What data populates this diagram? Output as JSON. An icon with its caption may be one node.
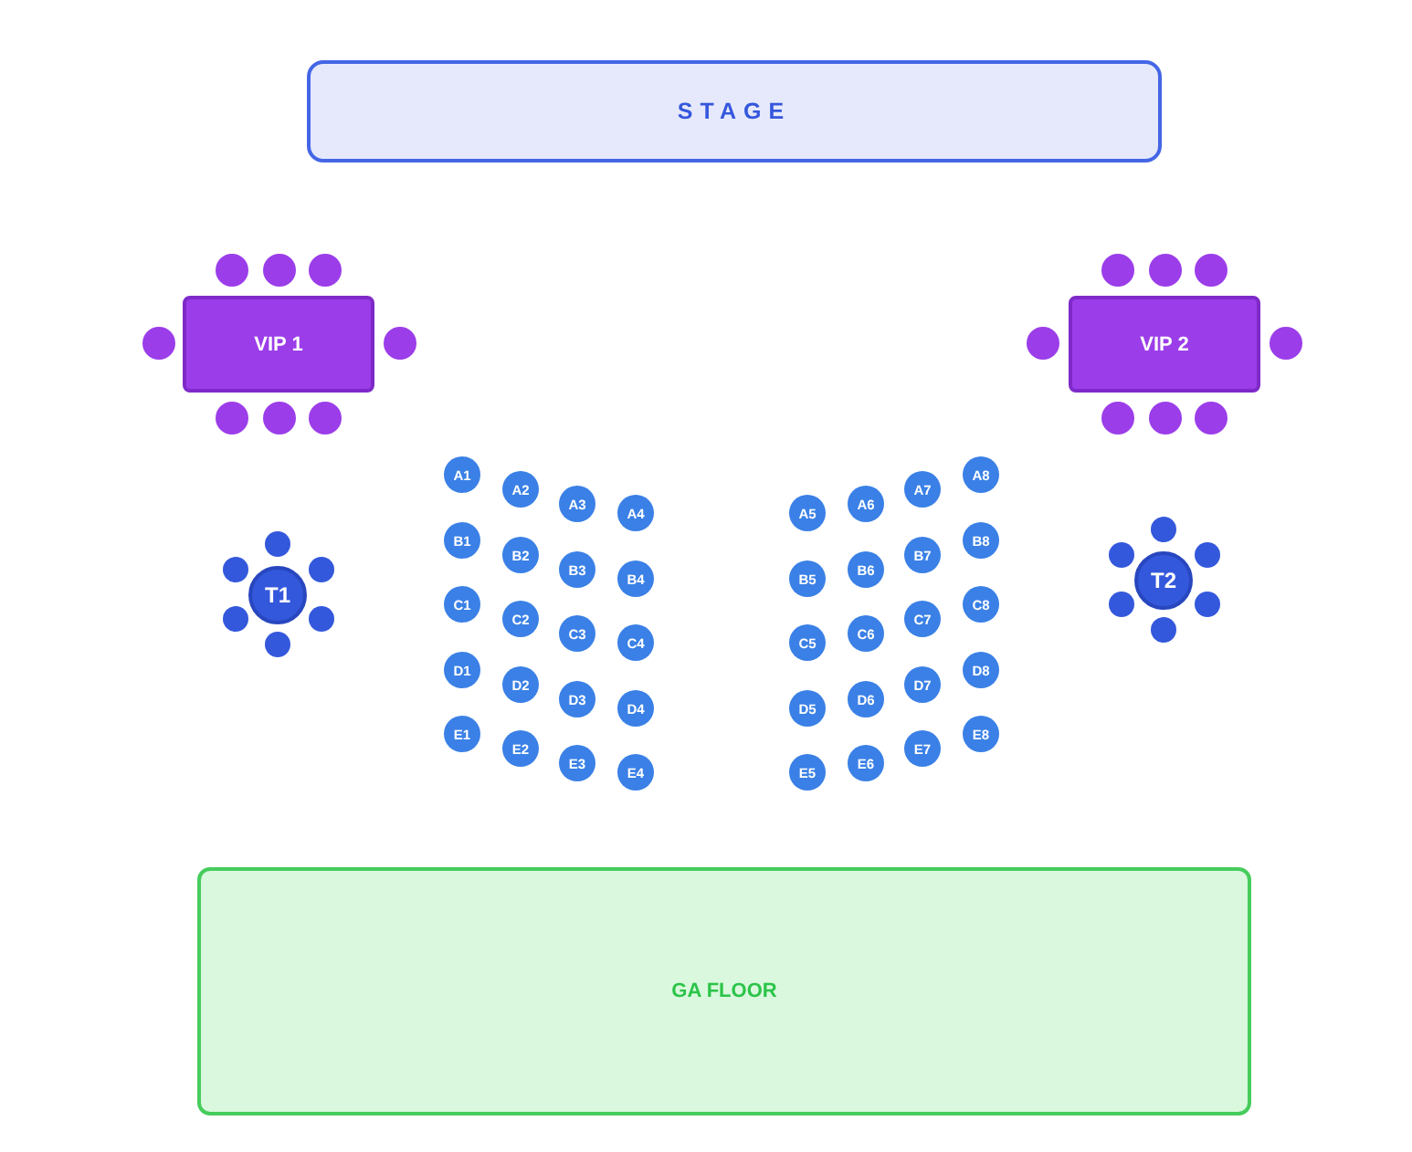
{
  "diagram": {
    "nodes": [
      {
        "text": [
          "STAGE"
        ]
      },
      {
        "text": [
          "VIP 1"
        ]
      },
      {
        "text": [],
        "shape": "circle"
      },
      {
        "text": [],
        "shape": "circle"
      },
      {
        "text": [],
        "shape": "circle"
      },
      {
        "text": [],
        "shape": "circle"
      },
      {
        "text": [],
        "shape": "circle"
      },
      {
        "text": [],
        "shape": "circle"
      },
      {
        "text": [],
        "shape": "circle"
      },
      {
        "text": [],
        "shape": "circle"
      },
      {
        "text": [
          "VIP 2"
        ]
      },
      {
        "text": [],
        "shape": "circle"
      },
      {
        "text": [],
        "shape": "circle"
      },
      {
        "text": [],
        "shape": "circle"
      },
      {
        "text": [],
        "shape": "circle"
      },
      {
        "text": [],
        "shape": "circle"
      },
      {
        "text": [],
        "shape": "circle"
      },
      {
        "text": [],
        "shape": "circle"
      },
      {
        "text": [],
        "shape": "circle"
      },
      {
        "text": [
          "T1"
        ]
      },
      {
        "text": [],
        "shape": "circle"
      },
      {
        "text": [],
        "shape": "circle"
      },
      {
        "text": [],
        "shape": "circle"
      },
      {
        "text": [],
        "shape": "circle"
      },
      {
        "text": [],
        "shape": "circle"
      },
      {
        "text": [],
        "shape": "circle"
      },
      {
        "text": [
          "T2"
        ]
      },
      {
        "text": [],
        "shape": "circle"
      },
      {
        "text": [],
        "shape": "circle"
      },
      {
        "text": [],
        "shape": "circle"
      },
      {
        "text": [],
        "shape": "circle"
      },
      {
        "text": [],
        "shape": "circle"
      },
      {
        "text": [],
        "shape": "circle"
      },
      {
        "text": [
          "A1"
        ]
      },
      {
        "text": [
          "A2"
        ]
      },
      {
        "text": [
          "A3"
        ]
      },
      {
        "text": [
          "A4"
        ]
      },
      {
        "text": [
          "A5"
        ]
      },
      {
        "text": [
          "A6"
        ]
      },
      {
        "text": [
          "A7"
        ]
      },
      {
        "text": [
          "A8"
        ]
      },
      {
        "text": [
          "B1"
        ]
      },
      {
        "text": [
          "B2"
        ]
      },
      {
        "text": [
          "B3"
        ]
      },
      {
        "text": [
          "B4"
        ]
      },
      {
        "text": [
          "B5"
        ]
      },
      {
        "text": [
          "B6"
        ]
      },
      {
        "text": [
          "B7"
        ]
      },
      {
        "text": [
          "B8"
        ]
      },
      {
        "text": [
          "C1"
        ]
      },
      {
        "text": [
          "C2"
        ]
      },
      {
        "text": [
          "C3"
        ]
      },
      {
        "text": [
          "C4"
        ]
      },
      {
        "text": [
          "C5"
        ]
      },
      {
        "text": [
          "C6"
        ]
      },
      {
        "text": [
          "C7"
        ]
      },
      {
        "text": [
          "C8"
        ]
      },
      {
        "text": [
          "D1"
        ]
      },
      {
        "text": [
          "D2"
        ]
      },
      {
        "text": [
          "D3"
        ]
      },
      {
        "text": [
          "D4"
        ]
      },
      {
        "text": [
          "D5"
        ]
      },
      {
        "text": [
          "D6"
        ]
      },
      {
        "text": [
          "D7"
        ]
      },
      {
        "text": [
          "D8"
        ]
      },
      {
        "text": [
          "E1"
        ]
      },
      {
        "text": [
          "E2"
        ]
      },
      {
        "text": [
          "E3"
        ]
      },
      {
        "text": [
          "E4"
        ]
      },
      {
        "text": [
          "E5"
        ]
      },
      {
        "text": [
          "E6"
        ]
      },
      {
        "text": [
          "E7"
        ]
      },
      {
        "text": [
          "E8"
        ]
      },
      {
        "text": [
          "GA FLOOR"
        ]
      }
    ]
  }
}
